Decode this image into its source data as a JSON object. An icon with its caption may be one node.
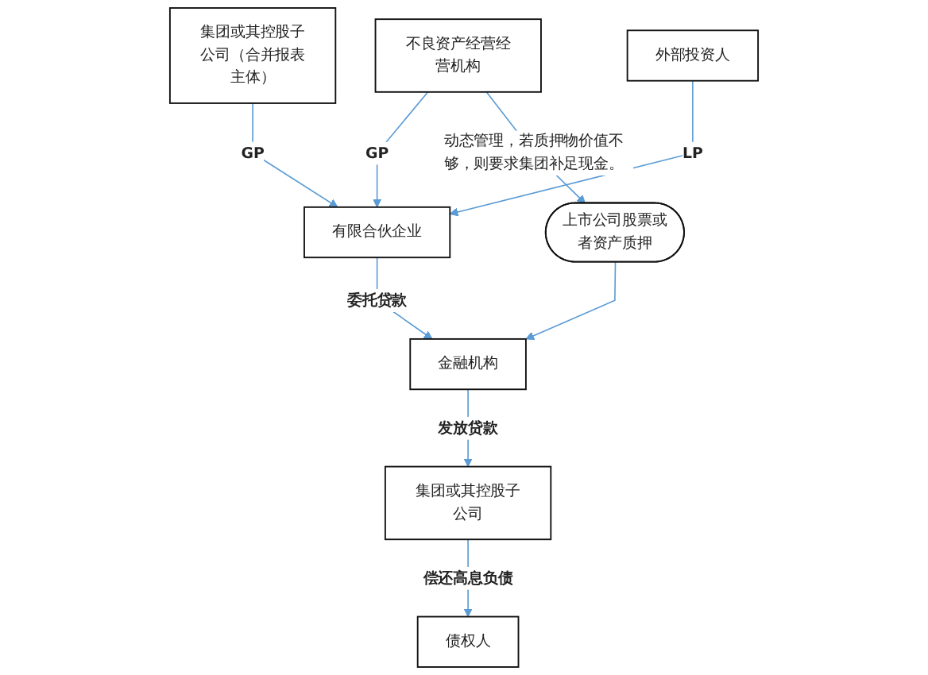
{
  "diagram": {
    "nodes": [
      {
        "text": [
          "不良资产经营经营机构"
        ]
      },
      {
        "text": [
          "集团或其控股子公司（合并报表主体）"
        ]
      },
      {
        "text": [
          "外部投资人"
        ]
      },
      {
        "text": [
          "有限合伙企业"
        ]
      },
      {
        "text": [
          "上市公司股票或者资产质押"
        ]
      },
      {
        "text": [
          "金融机构"
        ]
      },
      {
        "text": [
          "集团或其控股子公司"
        ]
      },
      {
        "text": [
          "债权人"
        ]
      }
    ],
    "edges": [
      {
        "from": 0,
        "to": 3,
        "arrow": "to",
        "label": "GP"
      },
      {
        "from": 1,
        "to": 3,
        "arrow": "to",
        "label": "GP"
      },
      {
        "from": 2,
        "to": 3,
        "arrow": "to",
        "label": "LP"
      },
      {
        "from": 0,
        "to": 4,
        "arrow": "to",
        "label": "动态管理，若质押物价值不够，则要求集团补足现金。"
      },
      {
        "from": 3,
        "to": 5,
        "arrow": "to",
        "label": "委托贷款"
      },
      {
        "from": 4,
        "to": 5,
        "arrow": "to"
      },
      {
        "from": 5,
        "to": 6,
        "arrow": "to",
        "label": "发放贷款"
      },
      {
        "from": 6,
        "to": 7,
        "arrow": "to",
        "label": "偿还高息负债"
      }
    ]
  }
}
